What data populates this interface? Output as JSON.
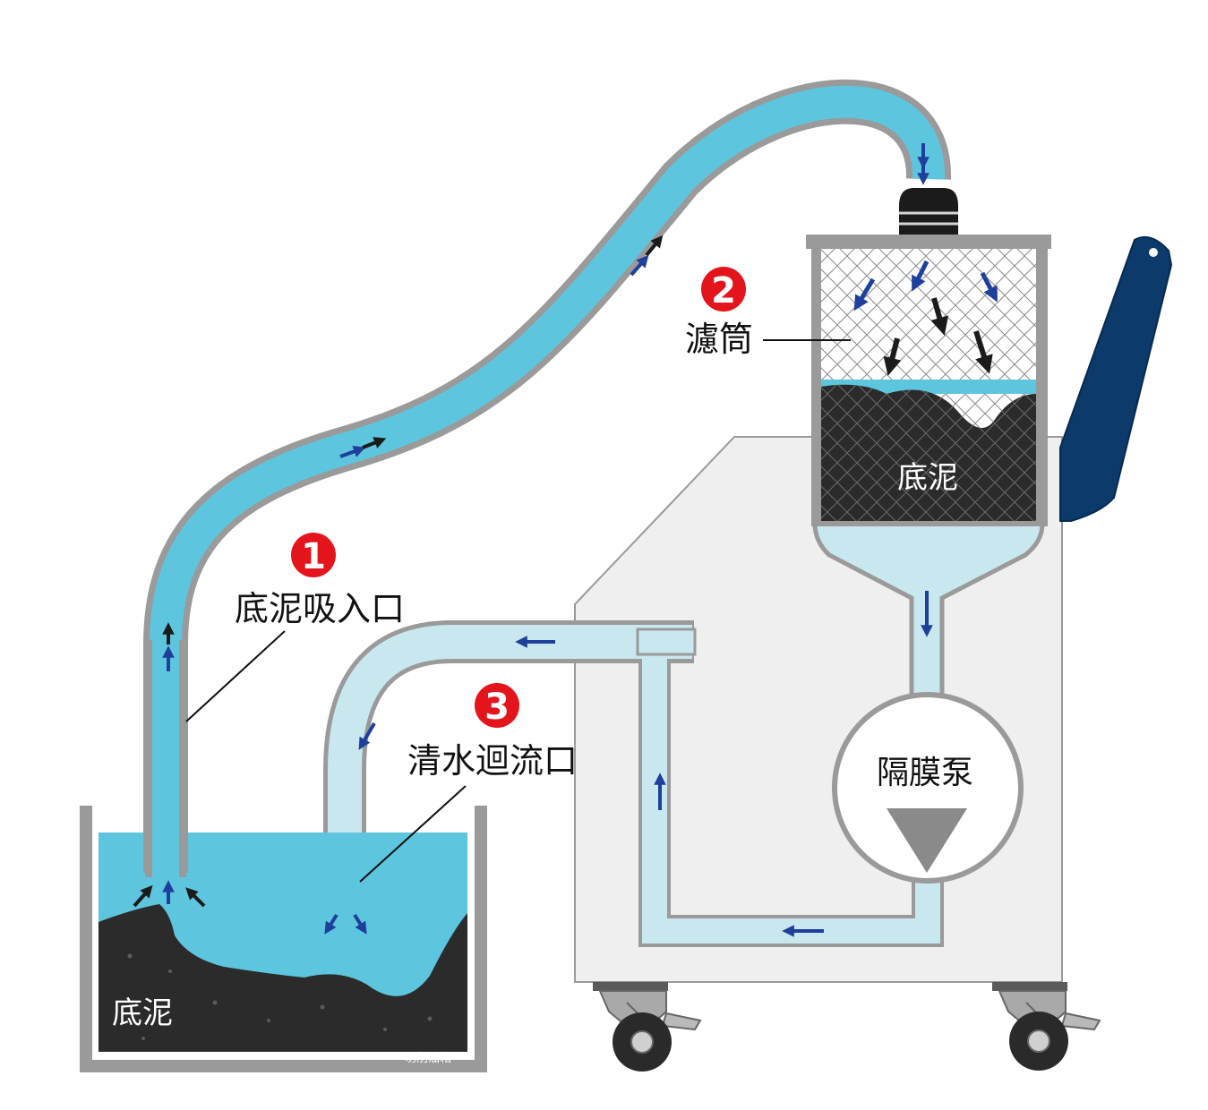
{
  "labels": {
    "inlet_number": "1",
    "inlet_label": "底泥吸入口",
    "filter_number": "2",
    "filter_label": "濾筒",
    "return_number": "3",
    "return_label": "清水迴流口",
    "pump_label": "隔膜泵",
    "tank_sludge_label": "底泥",
    "filter_sludge_label": "底泥",
    "tank_caption": "切削油箱"
  },
  "colors": {
    "water_blue": "#5ec5de",
    "clean_water": "#c9e7ef",
    "pipe_gray": "#9a9a9a",
    "sludge_dark": "#2b2b2b",
    "cabinet_gray": "#efefef",
    "handle_navy": "#0b3a6b",
    "badge_red": "#e3141b",
    "arrow_blue": "#1f3f9c",
    "arrow_black": "#1b1b1b"
  },
  "icons": {
    "flow_arrow": "arrow-icon",
    "pump_triangle": "triangle-down-icon",
    "caster": "caster-wheel-icon"
  }
}
